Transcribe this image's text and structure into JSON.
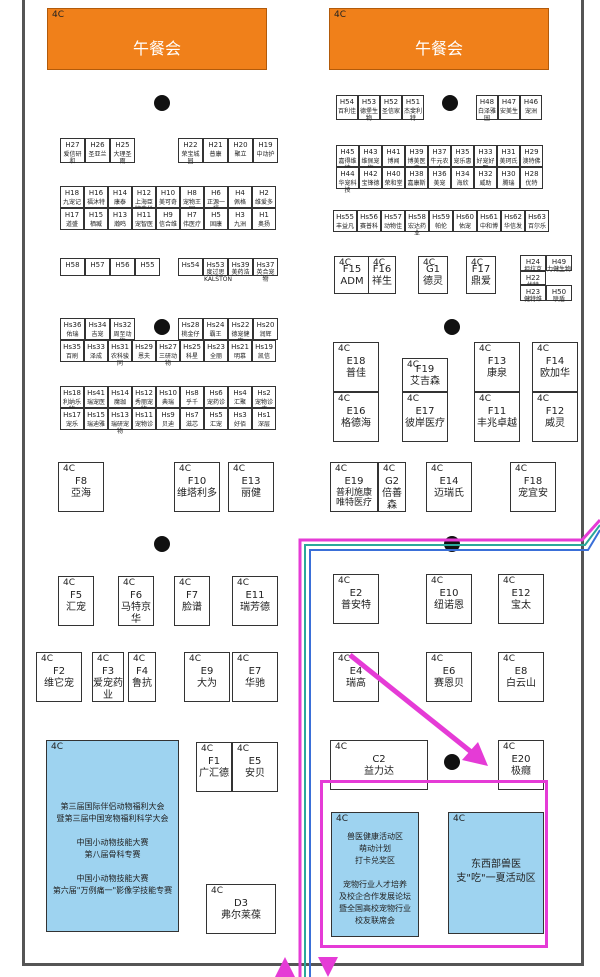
{
  "hall_code": "4C",
  "lunch_left": "午餐会",
  "lunch_right": "午餐会",
  "booths_small_left": [
    {
      "c": "H27",
      "n": "爱信研和"
    },
    {
      "c": "H26",
      "n": "圣亚兰"
    },
    {
      "c": "H25",
      "n": "大理圣雨"
    },
    {
      "c": "H22",
      "n": "荣宝城园"
    },
    {
      "c": "H21",
      "n": "普康"
    },
    {
      "c": "H20",
      "n": "聚立"
    },
    {
      "c": "H19",
      "n": "中动护"
    },
    {
      "c": "H18",
      "n": "九宠记"
    },
    {
      "c": "H16",
      "n": "福沐特"
    },
    {
      "c": "H14",
      "n": "康泰"
    },
    {
      "c": "H12",
      "n": "上海臣牌鑫悦牧业"
    },
    {
      "c": "H10",
      "n": "美可奇"
    },
    {
      "c": "H8",
      "n": "宠物王国"
    },
    {
      "c": "H6",
      "n": "正源一福"
    },
    {
      "c": "H4",
      "n": "佩格"
    },
    {
      "c": "H2",
      "n": "维爱多"
    },
    {
      "c": "H17",
      "n": "道盛"
    },
    {
      "c": "H15",
      "n": "栖臧"
    },
    {
      "c": "H13",
      "n": "瀚鸣"
    },
    {
      "c": "H11",
      "n": "宠智医"
    },
    {
      "c": "H9",
      "n": "信合维"
    },
    {
      "c": "H7",
      "n": "伟医疗"
    },
    {
      "c": "H5",
      "n": "固康"
    },
    {
      "c": "H3",
      "n": "九洲"
    },
    {
      "c": "H1",
      "n": "奥扬"
    },
    {
      "c": "H58",
      "n": ""
    },
    {
      "c": "H57",
      "n": ""
    },
    {
      "c": "H56",
      "n": ""
    },
    {
      "c": "H55",
      "n": ""
    },
    {
      "c": "Hs54",
      "n": ""
    },
    {
      "c": "Hs53",
      "n": "度过思KALSTON"
    },
    {
      "c": "Hs39",
      "n": "美药浩"
    },
    {
      "c": "Hs37",
      "n": "英合宠物"
    },
    {
      "c": "Hs36",
      "n": "佑瑞"
    },
    {
      "c": "Hs34",
      "n": "吉宠"
    },
    {
      "c": "Hs32",
      "n": "周至动物"
    },
    {
      "c": "Hs28",
      "n": "桃金仔"
    },
    {
      "c": "Hs24",
      "n": "霸王"
    },
    {
      "c": "Hs22",
      "n": "德宠健康"
    },
    {
      "c": "Hs20",
      "n": "润辉"
    },
    {
      "c": "Hs35",
      "n": "百刷"
    },
    {
      "c": "Hs33",
      "n": "泽成"
    },
    {
      "c": "Hs31",
      "n": "农科骏同"
    },
    {
      "c": "Hs29",
      "n": "恩夫"
    },
    {
      "c": "Hs27",
      "n": "三研动物"
    },
    {
      "c": "Hs25",
      "n": "科星"
    },
    {
      "c": "Hs23",
      "n": "全丽"
    },
    {
      "c": "Hs21",
      "n": "明慕"
    },
    {
      "c": "Hs19",
      "n": "凯信"
    },
    {
      "c": "Hs18",
      "n": "利纳乐物"
    },
    {
      "c": "Hs41",
      "n": "瑞宠医"
    },
    {
      "c": "Hs14",
      "n": "魔珈"
    },
    {
      "c": "Hs12",
      "n": "秀丽宠物"
    },
    {
      "c": "Hs10",
      "n": "典瑞"
    },
    {
      "c": "Hs8",
      "n": "乎千"
    },
    {
      "c": "Hs6",
      "n": "宠药诊"
    },
    {
      "c": "Hs4",
      "n": "汇聚"
    },
    {
      "c": "Hs2",
      "n": "宠物诊疗"
    },
    {
      "c": "Hs17",
      "n": "宠乐"
    },
    {
      "c": "Hs15",
      "n": "瑞迪雅"
    },
    {
      "c": "Hs13",
      "n": "瑞研宠物"
    },
    {
      "c": "Hs11",
      "n": "宠物诊"
    },
    {
      "c": "Hs9",
      "n": "贝迪"
    },
    {
      "c": "Hs7",
      "n": "滋芯"
    },
    {
      "c": "Hs5",
      "n": "汇宠"
    },
    {
      "c": "Hs3",
      "n": "好佰"
    },
    {
      "c": "Hs1",
      "n": "深层"
    }
  ],
  "booths_small_right": [
    {
      "c": "H54",
      "n": "百利佳"
    },
    {
      "c": "H53",
      "n": "德堡生物"
    },
    {
      "c": "H52",
      "n": "圣信家"
    },
    {
      "c": "H51",
      "n": "杰斐利特"
    },
    {
      "c": "H48",
      "n": "白泽雅园"
    },
    {
      "c": "H47",
      "n": "安美生"
    },
    {
      "c": "H46",
      "n": "宠洲"
    },
    {
      "c": "H45",
      "n": "嘉得维德"
    },
    {
      "c": "H43",
      "n": "维佩宠物"
    },
    {
      "c": "H41",
      "n": "博闻"
    },
    {
      "c": "H39",
      "n": "博美医疗"
    },
    {
      "c": "H37",
      "n": "牛元农大"
    },
    {
      "c": "H35",
      "n": "宠乐惠"
    },
    {
      "c": "H33",
      "n": "好宠好医"
    },
    {
      "c": "H31",
      "n": "美珂氏"
    },
    {
      "c": "H29",
      "n": "澳特佛"
    },
    {
      "c": "H44",
      "n": "华宠科技"
    },
    {
      "c": "H42",
      "n": "宝锋德"
    },
    {
      "c": "H40",
      "n": "荣和堂"
    },
    {
      "c": "H38",
      "n": "嘉康斯"
    },
    {
      "c": "H36",
      "n": "美宠"
    },
    {
      "c": "H34",
      "n": "海欣"
    },
    {
      "c": "H32",
      "n": "威助"
    },
    {
      "c": "H30",
      "n": "腾瑞"
    },
    {
      "c": "H28",
      "n": "优特"
    },
    {
      "c": "Hs55",
      "n": "丰益凡"
    },
    {
      "c": "Hs56",
      "n": "赛普科"
    },
    {
      "c": "Hs57",
      "n": "动物佳"
    },
    {
      "c": "Hs58",
      "n": "宏达药业"
    },
    {
      "c": "Hs59",
      "n": "帕伦"
    },
    {
      "c": "Hs60",
      "n": "佑宠"
    },
    {
      "c": "Hs61",
      "n": "中和博"
    },
    {
      "c": "Hs62",
      "n": "华信发"
    },
    {
      "c": "Hs63",
      "n": "百尔乐"
    },
    {
      "c": "H24",
      "n": "坦拉克"
    },
    {
      "c": "H49",
      "n": "力健生物"
    },
    {
      "c": "H22",
      "n": "优特"
    },
    {
      "c": "H23",
      "n": "健特维"
    },
    {
      "c": "H50",
      "n": "联盾"
    }
  ],
  "booths_big": [
    {
      "c": "F8",
      "n": "亞海"
    },
    {
      "c": "F10",
      "n": "维塔利多"
    },
    {
      "c": "E13",
      "n": "丽健"
    },
    {
      "c": "F5",
      "n": "汇宠"
    },
    {
      "c": "F6",
      "n": "马特京华"
    },
    {
      "c": "F7",
      "n": "脸谱"
    },
    {
      "c": "E11",
      "n": "瑞芳德"
    },
    {
      "c": "F2",
      "n": "维它宠"
    },
    {
      "c": "F3",
      "n": "爱宠药业"
    },
    {
      "c": "F4",
      "n": "鲁抗"
    },
    {
      "c": "E9",
      "n": "大为"
    },
    {
      "c": "E7",
      "n": "华驰"
    },
    {
      "c": "F1",
      "n": "广汇德"
    },
    {
      "c": "E5",
      "n": "安贝"
    },
    {
      "c": "D3",
      "n": "弗尔莱葆"
    },
    {
      "c": "F15",
      "n": "ADM"
    },
    {
      "c": "F16",
      "n": "祥生"
    },
    {
      "c": "G1",
      "n": "德灵"
    },
    {
      "c": "F17",
      "n": "鼎爱"
    },
    {
      "c": "E18",
      "n": "普佳"
    },
    {
      "c": "F19",
      "n": "艾吉森"
    },
    {
      "c": "F13",
      "n": "康泉"
    },
    {
      "c": "F14",
      "n": "欧加华"
    },
    {
      "c": "E16",
      "n": "格德海"
    },
    {
      "c": "E17",
      "n": "彼岸医疗"
    },
    {
      "c": "F11",
      "n": "丰兆卓越"
    },
    {
      "c": "F12",
      "n": "威灵"
    },
    {
      "c": "E19",
      "n": "普利施康唯特医疗"
    },
    {
      "c": "G2",
      "n": "倍善森"
    },
    {
      "c": "E14",
      "n": "迈瑞氏"
    },
    {
      "c": "F18",
      "n": "宠宜安"
    },
    {
      "c": "E2",
      "n": "普安特"
    },
    {
      "c": "E10",
      "n": "纽诺恩"
    },
    {
      "c": "E12",
      "n": "宝太"
    },
    {
      "c": "E4",
      "n": "瑞高"
    },
    {
      "c": "E6",
      "n": "赛恩贝"
    },
    {
      "c": "E8",
      "n": "白云山"
    },
    {
      "c": "C2",
      "n": "益力达"
    },
    {
      "c": "E20",
      "n": "极癮"
    }
  ],
  "blue_left_lines": [
    "第三届国际伴侣动物福利大会",
    "暨第三届中国宠物福利科学大会",
    "",
    "中国小动物技能大赛",
    "第八届骨科专赛",
    "",
    "中国小动物技能大赛",
    "第六届\"万例痛一\"影像学技能专赛"
  ],
  "blue_mid_lines": [
    "兽医健康活动区",
    "萌动计划",
    "打卡兑奖区",
    "",
    "宠物行业人才培养",
    "及校企合作发展论坛",
    "暨全国高校宠物行业",
    "校友联席会"
  ],
  "blue_right_lines": [
    "东西部兽医",
    "支\"吃\"一夏活动区"
  ],
  "colors": {
    "orange": "#f0801a",
    "blue": "#9ed3f0",
    "pink": "#e53bd6",
    "teal": "#2aa79b"
  }
}
